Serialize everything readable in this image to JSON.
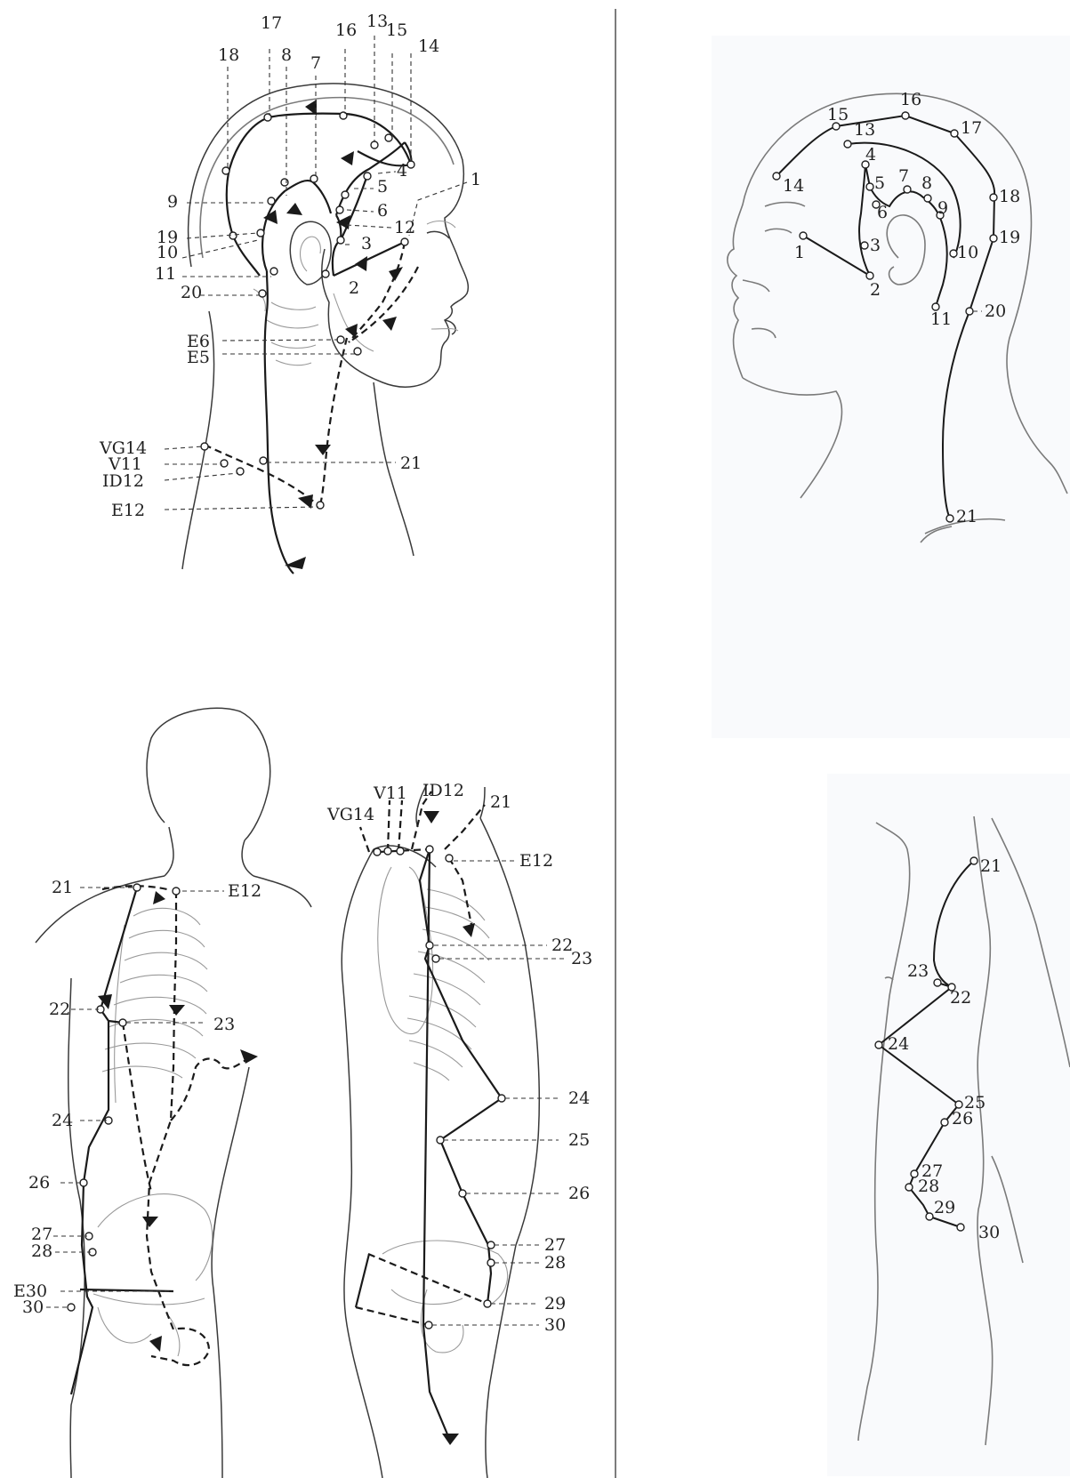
{
  "panels": {
    "head_side": {
      "labels": [
        "1",
        "2",
        "3",
        "4",
        "5",
        "6",
        "7",
        "8",
        "9",
        "10",
        "11",
        "12",
        "13",
        "14",
        "15",
        "16",
        "17",
        "18",
        "19",
        "20",
        "21",
        "E6",
        "E5",
        "VG14",
        "V11",
        "ID12",
        "E12"
      ]
    },
    "head_simple": {
      "labels": [
        "1",
        "2",
        "3",
        "4",
        "5",
        "6",
        "7",
        "8",
        "9",
        "10",
        "11",
        "13",
        "14",
        "15",
        "16",
        "17",
        "18",
        "19",
        "20",
        "21"
      ]
    },
    "torso_front": {
      "labels": [
        "21",
        "E12",
        "22",
        "23",
        "24",
        "26",
        "27",
        "28",
        "E30",
        "30"
      ]
    },
    "torso_side": {
      "labels": [
        "VG14",
        "V11",
        "ID12",
        "21",
        "E12",
        "22",
        "23",
        "24",
        "25",
        "26",
        "27",
        "28",
        "29",
        "30"
      ]
    },
    "torso_simple": {
      "labels": [
        "21",
        "23",
        "22",
        "24",
        "25",
        "26",
        "27",
        "28",
        "29",
        "30"
      ]
    }
  }
}
